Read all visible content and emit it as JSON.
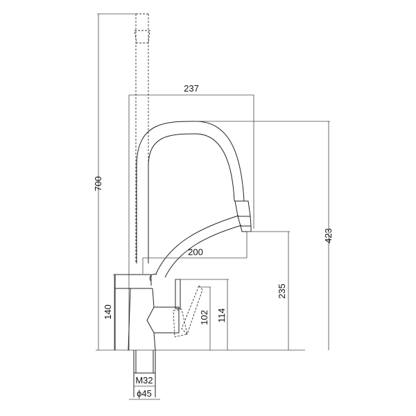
{
  "drawing": {
    "subject": "Kitchen faucet technical side-view drawing",
    "dimensions": {
      "total_height": "700",
      "spout_reach": "237",
      "spout_height": "423",
      "lower_reach": "200",
      "outlet_height": "235",
      "body_height": "140",
      "lever_height_max": "114",
      "lever_height_min": "102",
      "thread": "M32",
      "base_diameter": "ϕ45"
    },
    "colors": {
      "line": "#222222",
      "background": "#ffffff"
    }
  }
}
